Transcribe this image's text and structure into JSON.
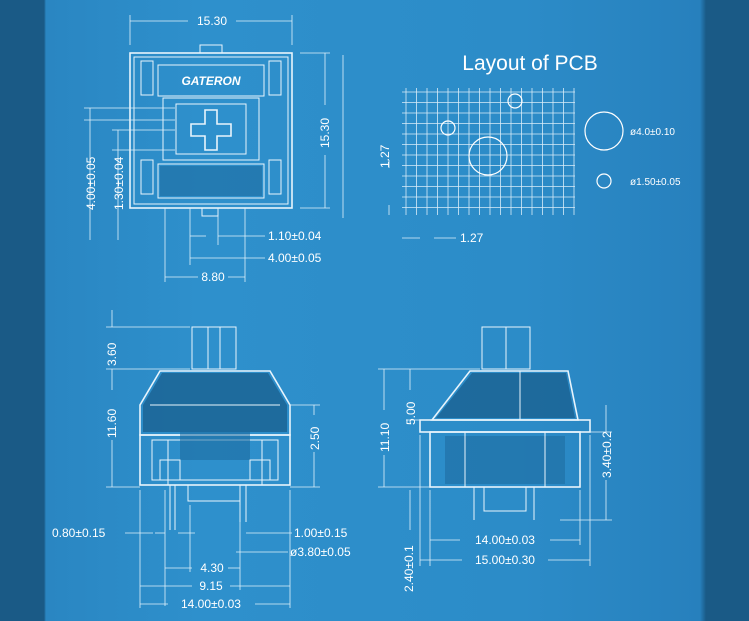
{
  "pcb_title": "Layout of PCB",
  "brand_mark": "GATERON",
  "top_view": {
    "width_top": "15.30",
    "height_right": "15.30",
    "dim_left_outer": "4.00±0.05",
    "dim_left_inner": "1.30±0.04",
    "dim_pin_gap": "1.10±0.04",
    "dim_pin_span": "4.00±0.05",
    "dim_bottom": "8.80"
  },
  "pcb_layout": {
    "pitch_vertical": "1.27",
    "pitch_horizontal": "1.27",
    "hole_large": "ø4.0±0.10",
    "hole_small": "ø1.50±0.05"
  },
  "front_view": {
    "stem_height": "3.60",
    "body_height": "11.60",
    "pin_length": "2.50",
    "pin_left": "0.80±0.15",
    "pin_right": "1.00±0.15",
    "post_dia": "ø3.80±0.05",
    "width_a": "4.30",
    "width_b": "9.15",
    "width_c": "14.00±0.03"
  },
  "side_view": {
    "total_height": "11.10",
    "upper_height": "5.00",
    "clip_height": "3.40±0.2",
    "pin_height": "2.40±0.1",
    "width_inner": "14.00±0.03",
    "width_outer": "15.00±0.30"
  }
}
